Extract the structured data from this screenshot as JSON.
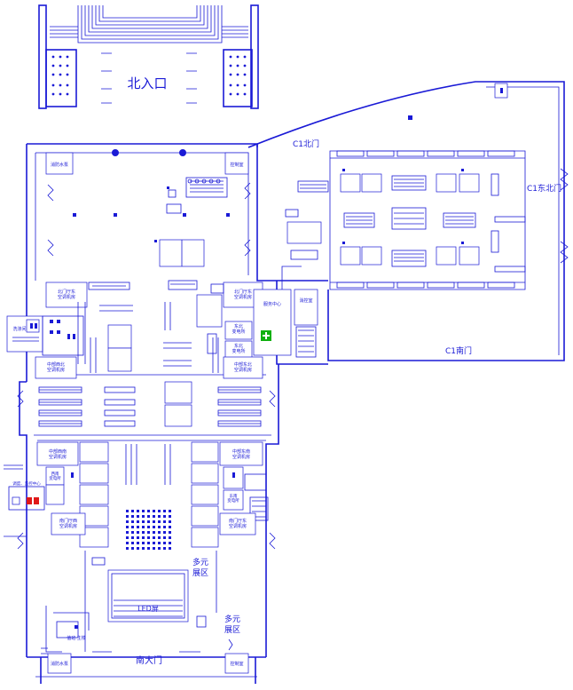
{
  "labels": {
    "north_entrance": "北入口",
    "c1_north_gate": "C1北门",
    "c1_east_north_gate": "C1东北门",
    "c1_south_gate": "C1南门",
    "south_gate": "南大门",
    "multi_zone_upper": "多元\n展区",
    "multi_zone_lower": "多元\n展区",
    "led_screen": "LED屏",
    "aircon_north_w": "北门厅东\n空调机房",
    "aircon_north_e": "北门厅东\n空调机房",
    "aircon_mid_w": "中部西北\n空调机房",
    "aircon_mid_e": "中部东北\n空调机房",
    "aircon_south_w": "中部西南\n空调机房",
    "aircon_south_e": "中部东南\n空调机房",
    "aircon_sgate_w": "南门厅西\n空调机房",
    "aircon_sgate_e": "南门厅东\n空调机房",
    "transformer_ne": "东北\n变电所",
    "transformer_e": "东北\n变电所",
    "transformer_w": "西南\n变电所",
    "transformer_se": "东南\n变电所",
    "service_center": "服务中心",
    "ops_center": "调度、监控中心",
    "water_pump": "洗涤间",
    "corner_nw": "消防水泵",
    "corner_ne": "控制室",
    "corner_sw": "消防水泵",
    "corner_se": "控制室",
    "fire_room": "消控室",
    "guard": "值班  主楼"
  }
}
